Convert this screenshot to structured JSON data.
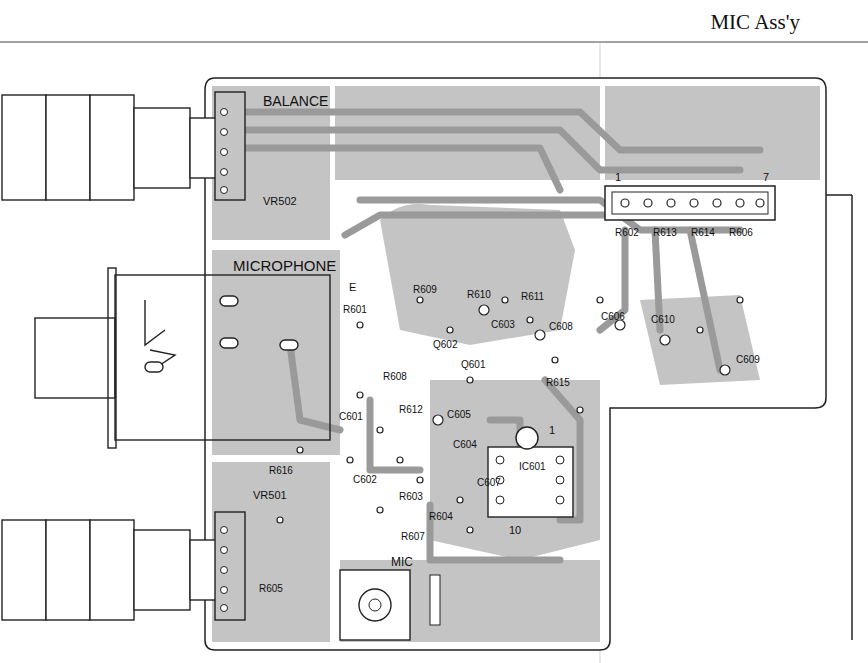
{
  "diagram": {
    "title": "MIC Ass'y",
    "labels": [
      "BALANCE",
      "VR502",
      "MICROPHONE",
      "MIC",
      "VR501",
      "R602",
      "R613",
      "R614",
      "R606",
      "7",
      "1",
      "C606",
      "C610",
      "C609",
      "E",
      "R601",
      "R609",
      "Q602",
      "R610",
      "C603",
      "R611",
      "C608",
      "R615",
      "Q601",
      "R608",
      "C601",
      "R612",
      "C605",
      "C604",
      "IC601",
      "1",
      "10",
      "R616",
      "C602",
      "C607",
      "R603",
      "R604",
      "R607",
      "R605"
    ]
  }
}
